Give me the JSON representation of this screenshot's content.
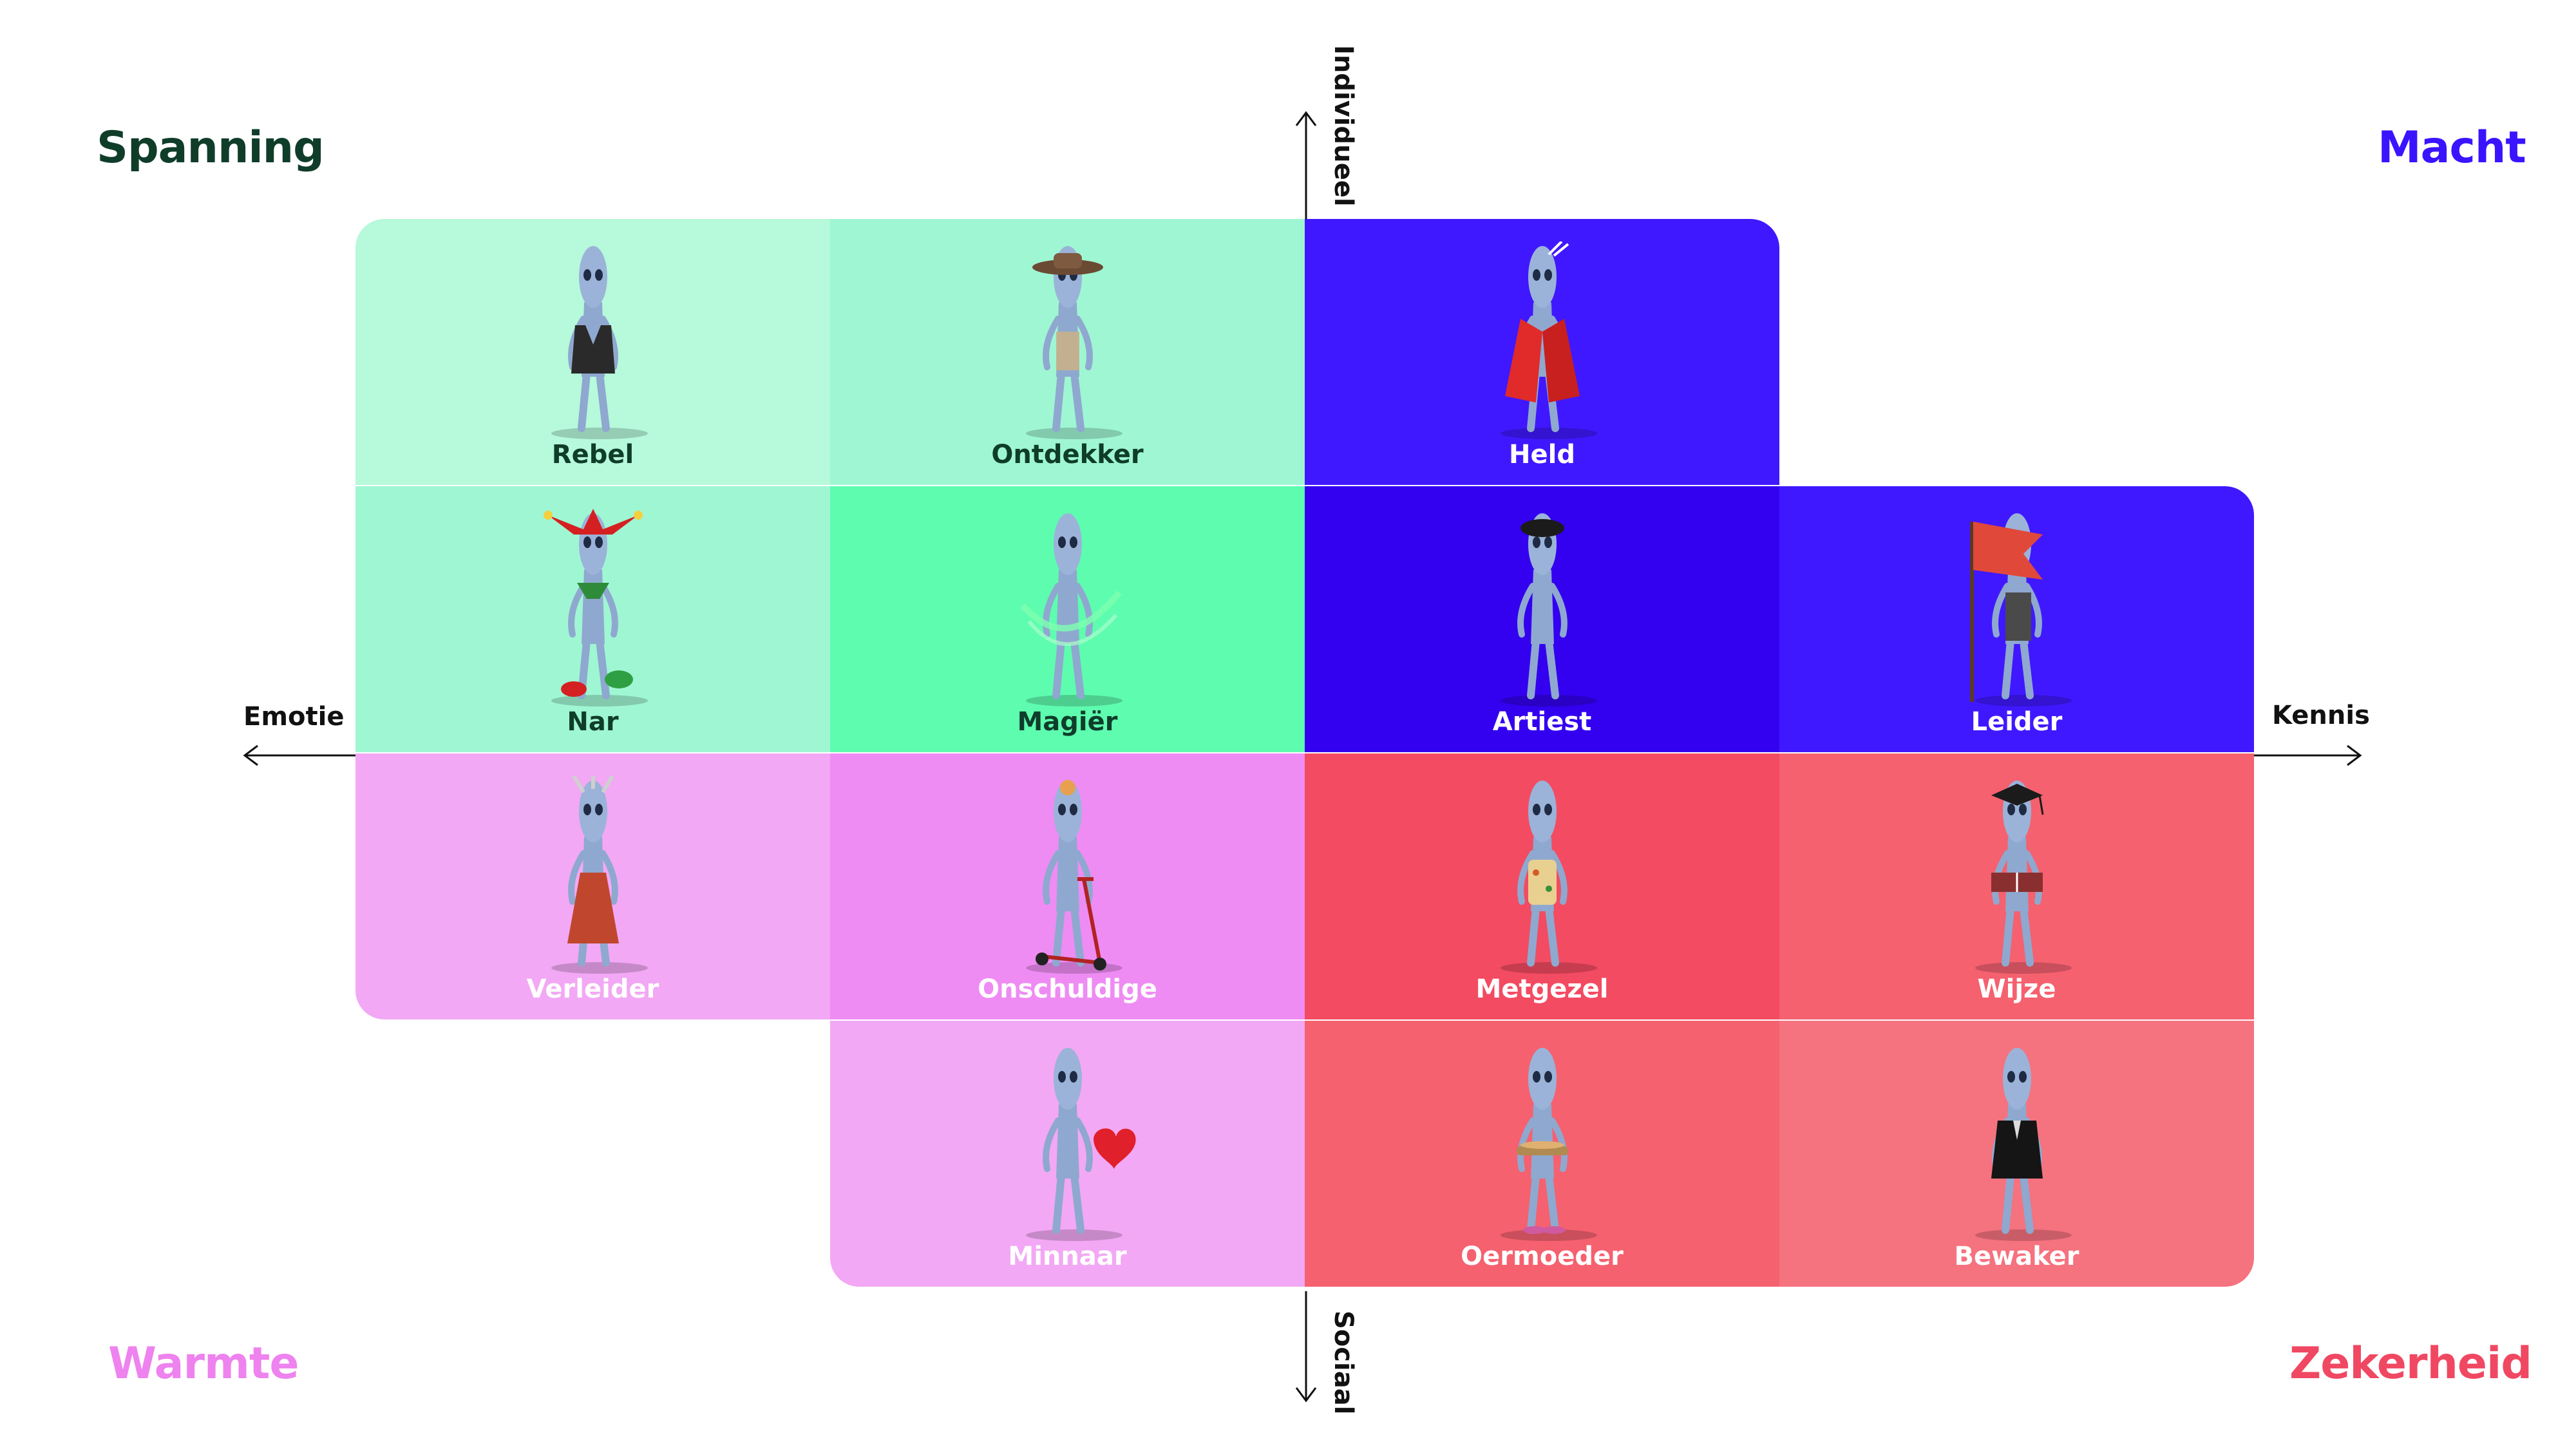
{
  "quadrants": {
    "top_left": {
      "label": "Spanning",
      "color": "#0f3d2a"
    },
    "top_right": {
      "label": "Macht",
      "color": "#3a14ff"
    },
    "bottom_left": {
      "label": "Warmte",
      "color": "#ee82ee"
    },
    "bottom_right": {
      "label": "Zekerheid",
      "color": "#f04862"
    }
  },
  "axes": {
    "top": "Individueel",
    "bottom": "Sociaal",
    "left": "Emotie",
    "right": "Kennis"
  },
  "archetypes": [
    {
      "label": "Rebel",
      "accessory": "leather-jacket"
    },
    {
      "label": "Ontdekker",
      "accessory": "explorer-hat"
    },
    {
      "label": "Held",
      "accessory": "red-cape"
    },
    {
      "label": "Nar",
      "accessory": "jester-hat"
    },
    {
      "label": "Magiër",
      "accessory": "magic-swirl"
    },
    {
      "label": "Artiest",
      "accessory": "beret"
    },
    {
      "label": "Leider",
      "accessory": "red-flag"
    },
    {
      "label": "Verleider",
      "accessory": "red-dress"
    },
    {
      "label": "Onschuldige",
      "accessory": "scooter"
    },
    {
      "label": "Metgezel",
      "accessory": "hawaiian-shirt"
    },
    {
      "label": "Wijze",
      "accessory": "graduation-cap"
    },
    {
      "label": "Minnaar",
      "accessory": "red-heart"
    },
    {
      "label": "Oermoeder",
      "accessory": "food-tray"
    },
    {
      "label": "Bewaker",
      "accessory": "black-suit"
    }
  ]
}
